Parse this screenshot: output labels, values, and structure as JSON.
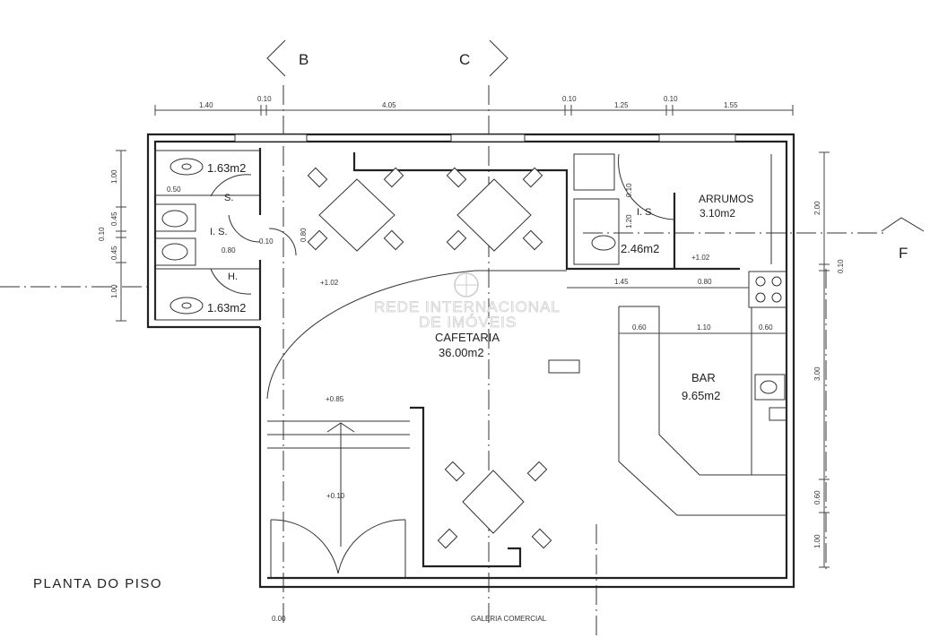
{
  "drawing_title": "PLANTA DO PISO",
  "axes": {
    "b": "B",
    "c": "C",
    "f": "F"
  },
  "top_dimensions": [
    "1.40",
    "0.10",
    "4.05",
    "0.10",
    "1.25",
    "0.10",
    "1.55"
  ],
  "left_dimensions": [
    "1.00",
    "0.45",
    "0.10",
    "0.45",
    "1.00"
  ],
  "right_dimensions": [
    "2.00",
    "0.10",
    "3.00",
    "0.60",
    "1.00"
  ],
  "rooms": {
    "wc_top": {
      "area": "1.63m2"
    },
    "wc_bottom": {
      "area": "1.63m2"
    },
    "s_label": "S.",
    "is_label": "I. S.",
    "h_label": "H.",
    "staff_wc": {
      "label": "I. S.",
      "area": "2.46m2"
    },
    "storage": {
      "name": "ARRUMOS",
      "area": "3.10m2"
    },
    "cafe": {
      "name": "CAFETARIA",
      "area": "36.00m2"
    },
    "bar": {
      "name": "BAR",
      "area": "9.65m2"
    }
  },
  "inner_dimensions": {
    "wc_width": "0.50",
    "door_is": "0.80",
    "wall_is": "0.10",
    "door_s": "0.80",
    "staff_a": "0.10",
    "staff_b": "1.20",
    "bar_top_a": "1.45",
    "bar_top_b": "0.80",
    "bar_a": "0.60",
    "bar_b": "1.10",
    "bar_c": "0.60"
  },
  "levels": {
    "cafe": "+1.02",
    "storage": "+1.02",
    "ramp": "+0.85",
    "entry": "+0.10",
    "street": "0.00"
  },
  "street_label": "GALERIA COMERCIAL",
  "watermark": {
    "line1": "REDE INTERNACIONAL",
    "line2": "DE IMÓVEIS"
  }
}
